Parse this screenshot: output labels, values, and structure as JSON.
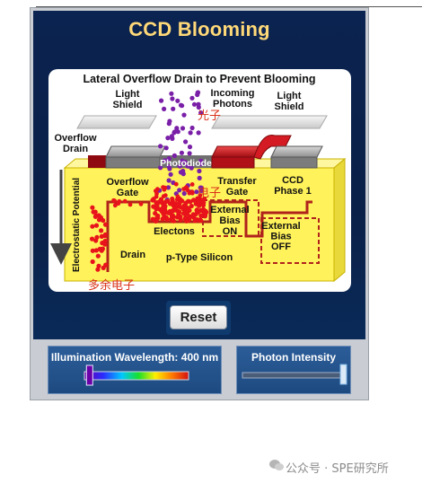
{
  "app": {
    "title": "CCD Blooming",
    "reset_label": "Reset"
  },
  "diagram": {
    "title": "Lateral Overflow Drain to Prevent Blooming",
    "labels": {
      "light_shield_left": [
        "Light",
        "Shield"
      ],
      "incoming_photons": [
        "Incoming",
        "Photons"
      ],
      "light_shield_right": [
        "Light",
        "Shield"
      ],
      "overflow_drain": [
        "Overflow",
        "Drain"
      ],
      "photodiode": "Photodiode",
      "overflow_gate": [
        "Overflow",
        "Gate"
      ],
      "transfer_gate": [
        "Transfer",
        "Gate"
      ],
      "ccd_phase": [
        "CCD",
        "Phase 1"
      ],
      "external_bias_on": [
        "External",
        "Bias",
        "ON"
      ],
      "external_bias_off": [
        "External",
        "Bias",
        "OFF"
      ],
      "electrons": "Electons",
      "drain": "Drain",
      "substrate": "p-Type Silicon",
      "potential_axis": "Electrostatic Potential"
    },
    "annotations": {
      "photons_cn": "光子",
      "electrons_cn": "电子",
      "excess_electrons_cn": "多余电子"
    },
    "colors": {
      "silicon": "#fff25a",
      "electron": "#e8131b",
      "photon": "#7a1fa8",
      "gate_red": "#c8141c",
      "gate_gray": "#8a8a8a",
      "well_outline": "#b0231c"
    }
  },
  "controls": {
    "wavelength": {
      "label": "Illumination Wavelength: 400 nm",
      "value_nm": 400
    },
    "intensity": {
      "label": "Photon Intensity",
      "value_fraction": 1.0
    }
  },
  "watermark": {
    "text": "公众号 · SPE研究所",
    "icon": "wechat-icon"
  }
}
